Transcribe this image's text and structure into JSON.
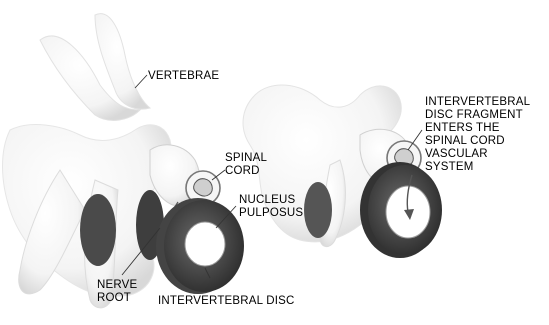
{
  "labels": {
    "vertebrae": "VERTEBRAE",
    "spinal_cord_1": "SPINAL",
    "spinal_cord_2": "CORD",
    "nucleus_1": "NUCLEUS",
    "nucleus_2": "PULPOSUS",
    "nerve_root_1": "NERVE",
    "nerve_root_2": "ROOT",
    "disc": "INTERVERTEBRAL DISC",
    "fragment_1": "INTERVERTEBRAL",
    "fragment_2": "DISC FRAGMENT",
    "fragment_3": "ENTERS THE",
    "fragment_4": "SPINAL CORD",
    "fragment_5": "VASCULAR",
    "fragment_6": "SYSTEM"
  }
}
